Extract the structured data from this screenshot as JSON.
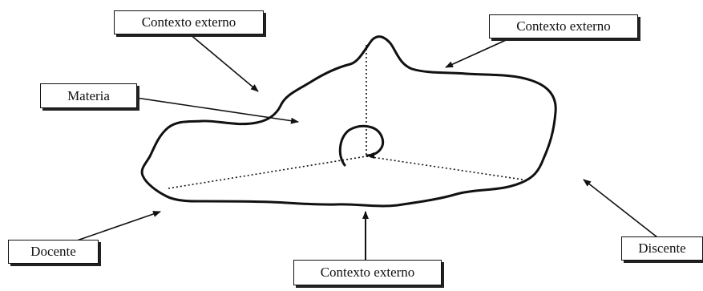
{
  "diagram": {
    "labels": {
      "context_top_left": "Contexto externo",
      "context_top_right": "Contexto externo",
      "materia": "Materia",
      "docente": "Docente",
      "discente": "Discente",
      "context_bottom": "Contexto externo"
    },
    "colors": {
      "stroke": "#111111",
      "background": "#ffffff"
    }
  }
}
